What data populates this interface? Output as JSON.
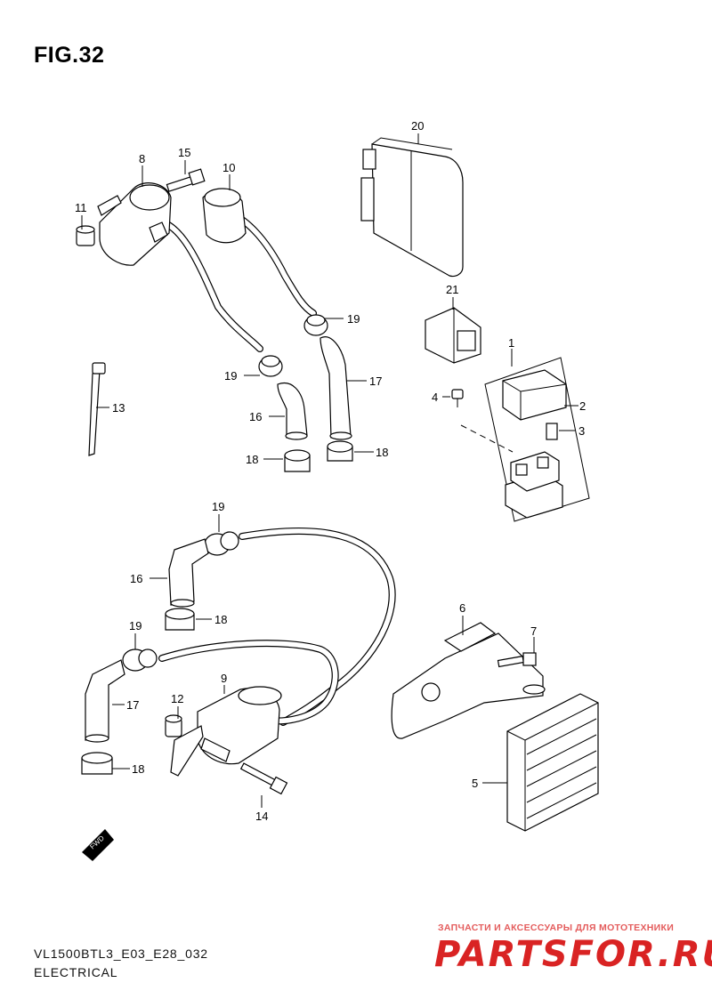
{
  "figure": {
    "title": "FIG.32"
  },
  "footer": {
    "model_code": "VL1500BTL3_E03_E28_032",
    "section": "ELECTRICAL"
  },
  "watermark": {
    "tagline": "ЗАПЧАСТИ И АКСЕССУАРЫ ДЛЯ МОТОТЕХНИКИ",
    "site": "PARTSFOR.RU"
  },
  "front_indicator": {
    "label": "FWD"
  },
  "callouts": {
    "c1": "1",
    "c2": "2",
    "c3": "3",
    "c4": "4",
    "c5": "5",
    "c6": "6",
    "c7": "7",
    "c8": "8",
    "c9": "9",
    "c10": "10",
    "c11": "11",
    "c12": "12",
    "c13": "13",
    "c14": "14",
    "c15": "15",
    "c16a": "16",
    "c16b": "16",
    "c17a": "17",
    "c17b": "17",
    "c18a": "18",
    "c18b": "18",
    "c18c": "18",
    "c18d": "18",
    "c19a": "19",
    "c19b": "19",
    "c19c": "19",
    "c19d": "19",
    "c20": "20",
    "c21": "21"
  }
}
